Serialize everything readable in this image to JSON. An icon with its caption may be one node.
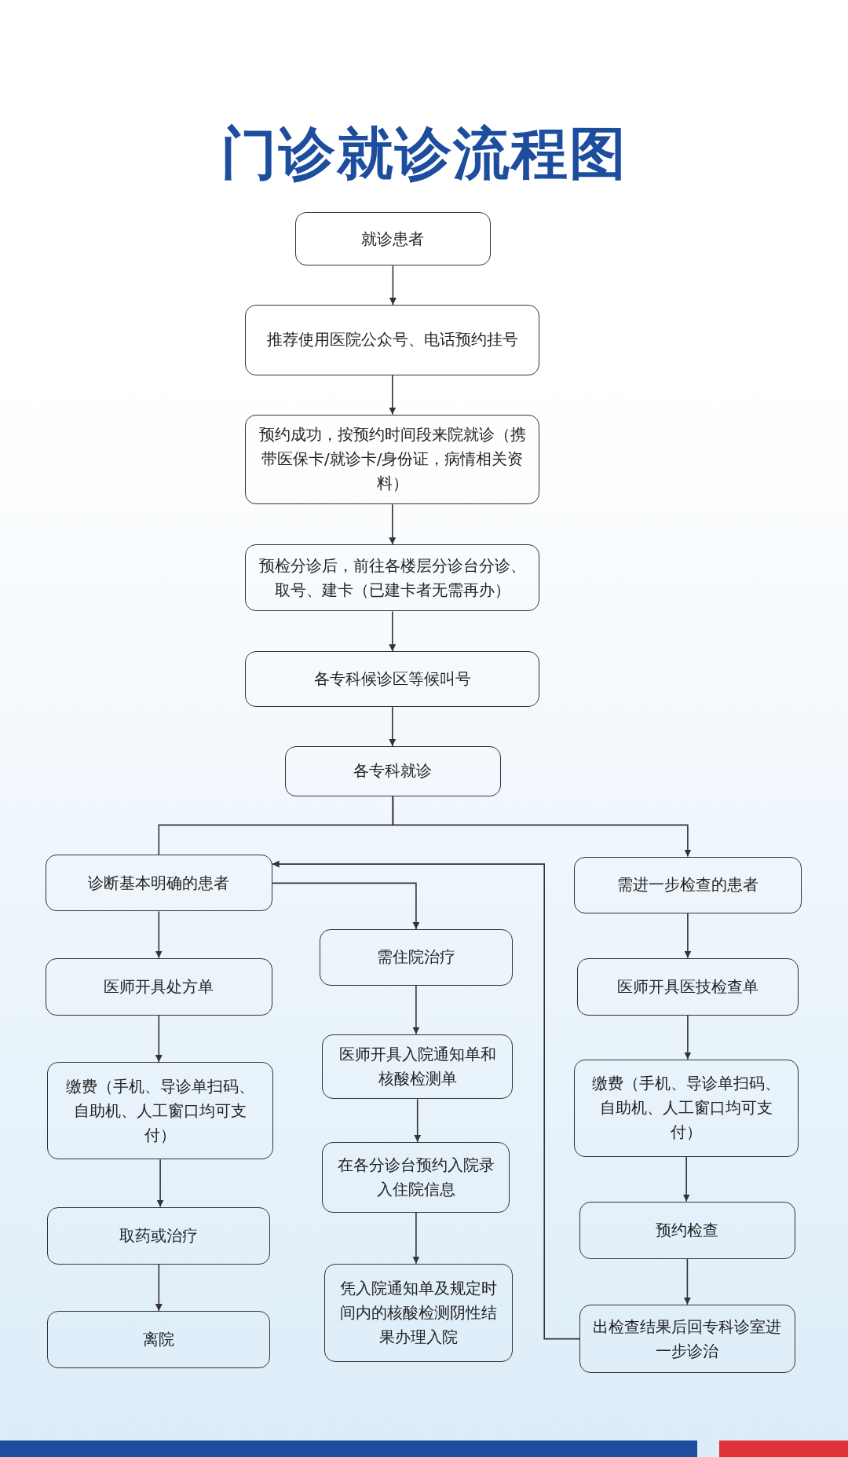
{
  "diagram": {
    "title": "门诊就诊流程图",
    "nodes": [
      {
        "text": [
          "就诊患者"
        ]
      },
      {
        "text": [
          "推荐使用医院公众号、电话预约挂号"
        ]
      },
      {
        "text": [
          "预约成功，按预约时间段来院就诊（携带医保卡/就诊卡/身份证，病情相关资料）"
        ]
      },
      {
        "text": [
          "预检分诊后，前往各楼层分诊台分诊、取号、建卡（已建卡者无需再办）"
        ]
      },
      {
        "text": [
          "各专科候诊区等候叫号"
        ]
      },
      {
        "text": [
          "各专科就诊"
        ]
      },
      {
        "text": [
          "诊断基本明确的患者"
        ]
      },
      {
        "text": [
          "需住院治疗"
        ]
      },
      {
        "text": [
          "需进一步检查的患者"
        ]
      },
      {
        "text": [
          "医师开具处方单"
        ]
      },
      {
        "text": [
          "缴费（手机、导诊单扫码、自助机、人工窗口均可支付）"
        ]
      },
      {
        "text": [
          "取药或治疗"
        ]
      },
      {
        "text": [
          "离院"
        ]
      },
      {
        "text": [
          "医师开具入院通知单和核酸检测单"
        ]
      },
      {
        "text": [
          "在各分诊台预约入院录入住院信息"
        ]
      },
      {
        "text": [
          "凭入院通知单及规定时间内的核酸检测阴性结果办理入院"
        ]
      },
      {
        "text": [
          "医师开具医技检查单"
        ]
      },
      {
        "text": [
          "缴费（手机、导诊单扫码、自助机、人工窗口均可支付）"
        ]
      },
      {
        "text": [
          "预约检查"
        ]
      },
      {
        "text": [
          "出检查结果后回专科诊室进一步诊治"
        ]
      }
    ],
    "edges": [
      {
        "from": 0,
        "to": 1,
        "arrow": "to"
      },
      {
        "from": 1,
        "to": 2,
        "arrow": "to"
      },
      {
        "from": 2,
        "to": 3,
        "arrow": "to"
      },
      {
        "from": 3,
        "to": 4,
        "arrow": "to"
      },
      {
        "from": 4,
        "to": 5,
        "arrow": "to"
      },
      {
        "from": 5,
        "to": 6,
        "arrow": "none"
      },
      {
        "from": 5,
        "to": 8,
        "arrow": "to"
      },
      {
        "from": 6,
        "to": 7,
        "arrow": "to"
      },
      {
        "from": 6,
        "to": 9,
        "arrow": "to"
      },
      {
        "from": 9,
        "to": 10,
        "arrow": "to"
      },
      {
        "from": 10,
        "to": 11,
        "arrow": "to"
      },
      {
        "from": 11,
        "to": 12,
        "arrow": "to"
      },
      {
        "from": 7,
        "to": 13,
        "arrow": "to"
      },
      {
        "from": 13,
        "to": 14,
        "arrow": "to"
      },
      {
        "from": 14,
        "to": 15,
        "arrow": "to"
      },
      {
        "from": 8,
        "to": 16,
        "arrow": "to"
      },
      {
        "from": 16,
        "to": 17,
        "arrow": "to"
      },
      {
        "from": 17,
        "to": 18,
        "arrow": "to"
      },
      {
        "from": 18,
        "to": 19,
        "arrow": "to"
      },
      {
        "from": 19,
        "to": 6,
        "arrow": "to"
      }
    ]
  }
}
